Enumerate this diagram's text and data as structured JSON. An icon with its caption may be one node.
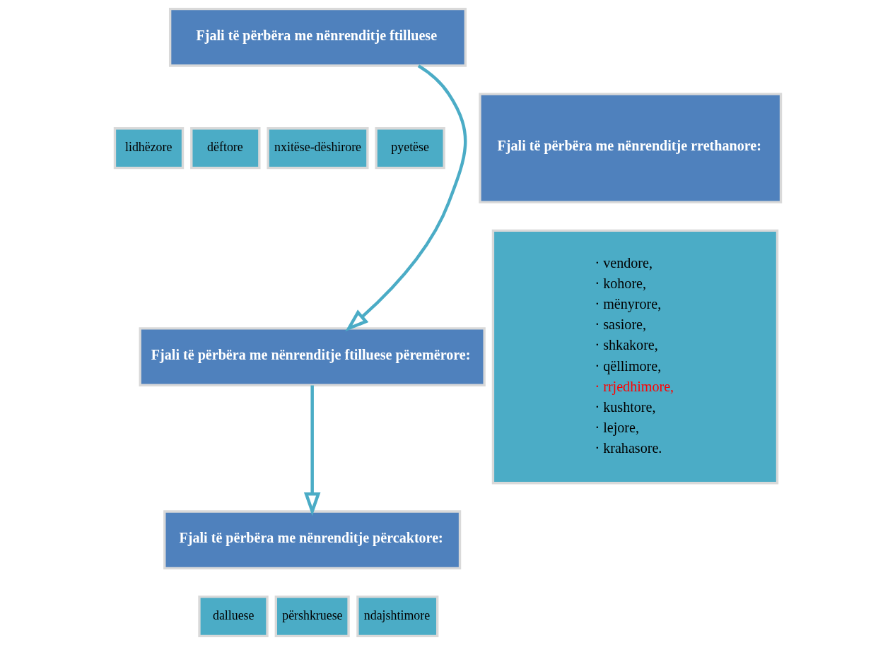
{
  "diagram": {
    "nodes": [
      {
        "text": [
          "Fjali të përbëra me nënrenditje ftilluese"
        ]
      },
      {
        "text": [
          "lidhëzore"
        ]
      },
      {
        "text": [
          "dëftore"
        ]
      },
      {
        "text": [
          "nxitëse-dëshirore"
        ]
      },
      {
        "text": [
          "pyetëse"
        ]
      },
      {
        "text": [
          "Fjali të përbëra me nënrenditje ftilluese përemërore:"
        ]
      },
      {
        "text": [
          "Fjali të përbëra me nënrenditje përcaktore:"
        ]
      },
      {
        "text": [
          "dalluese"
        ]
      },
      {
        "text": [
          "përshkruese"
        ]
      },
      {
        "text": [
          "ndajshtimore"
        ]
      },
      {
        "text": [
          "Fjali të përbëra me nënrenditje rrethanore:"
        ]
      },
      {
        "text": [
          "· vendore,",
          "· kohore,",
          "· mënyrore,",
          "· sasiore,",
          "· shkakore,",
          "· qëllimore,",
          "· rrjedhimore,",
          "· kushtore,",
          "· lejore,",
          "· krahasore."
        ]
      }
    ],
    "edges": [
      {
        "from": 0,
        "to": 5,
        "arrow": "to"
      },
      {
        "from": 5,
        "to": 6,
        "arrow": "to"
      }
    ]
  }
}
